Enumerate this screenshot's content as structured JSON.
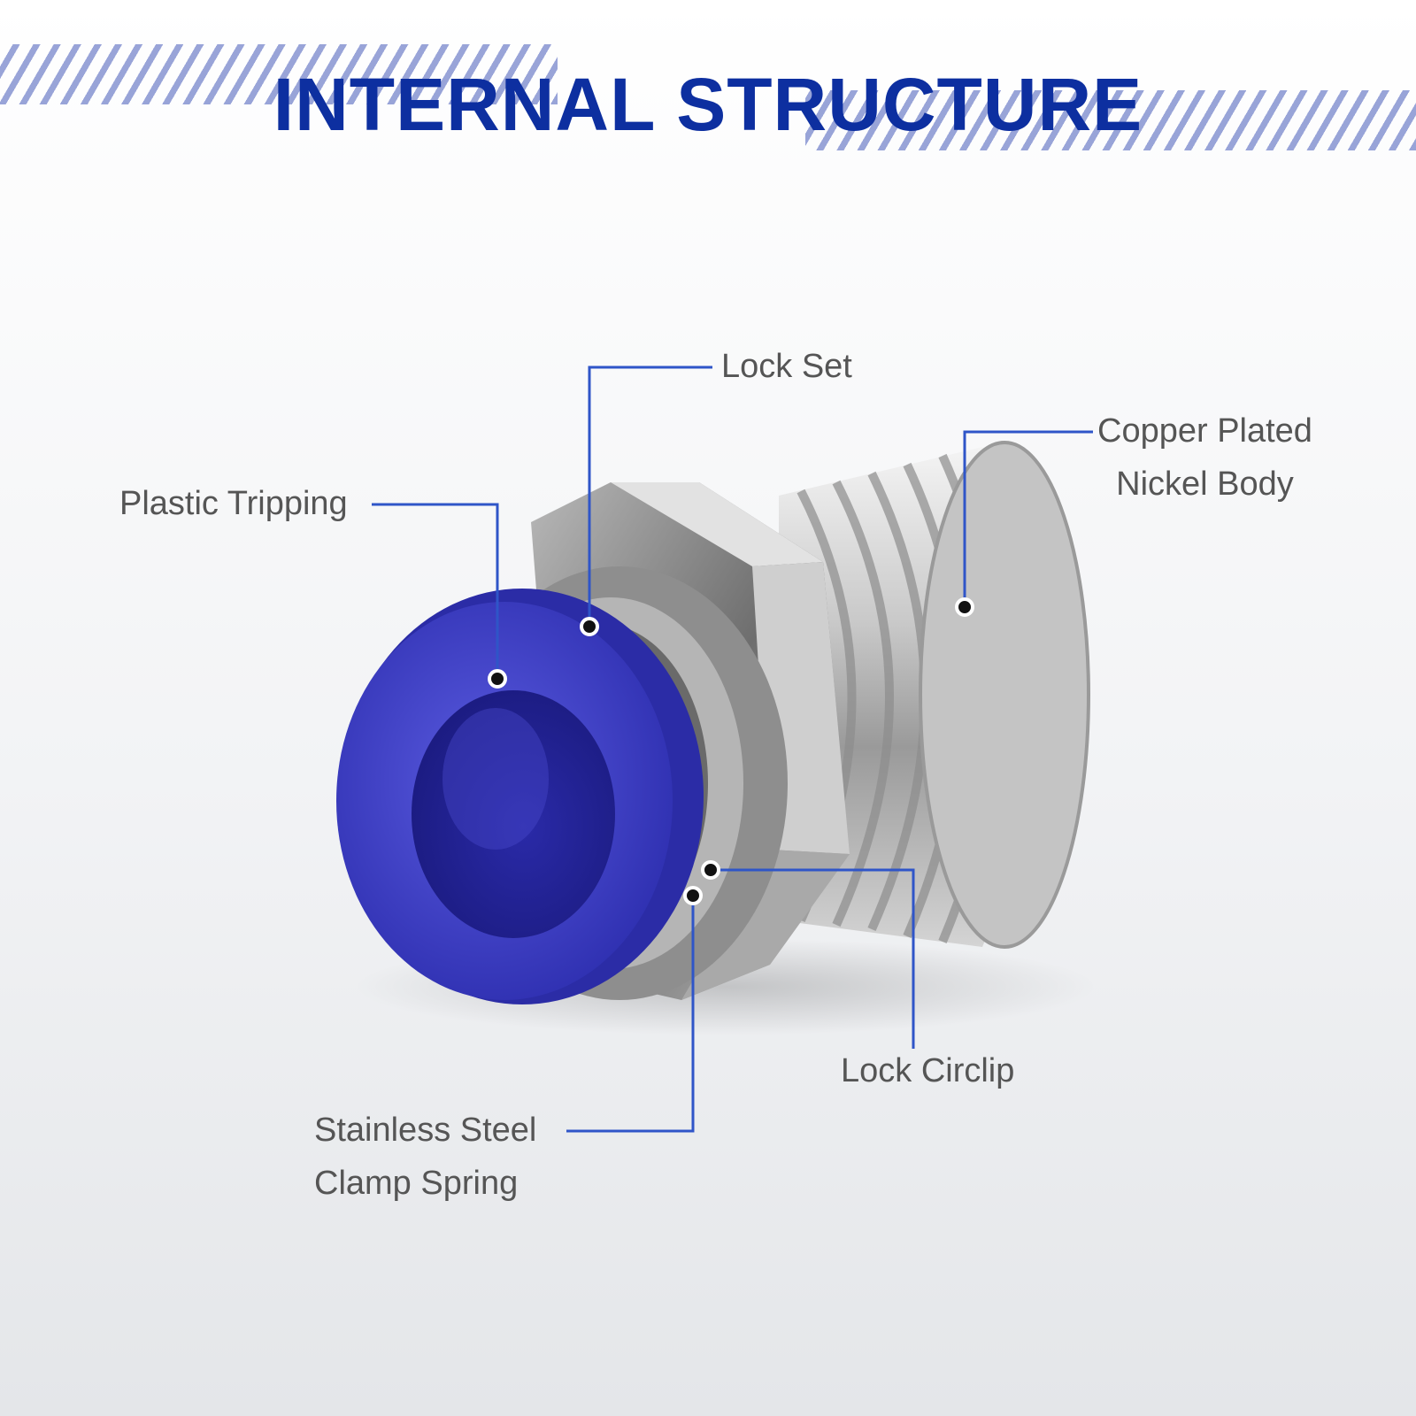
{
  "title": "INTERNAL STRUCTURE",
  "colors": {
    "accent": "#0d2fa0",
    "leader": "#2f55c8",
    "cap": "#3e3fc8",
    "text": "#555555"
  },
  "labels": {
    "lock_set": "Lock Set",
    "copper_body": [
      "Copper Plated",
      "Nickel Body"
    ],
    "plastic_tripping": "Plastic Tripping",
    "lock_circlip": "Lock Circlip",
    "clamp_spring": [
      "Stainless Steel",
      "Clamp Spring"
    ]
  }
}
